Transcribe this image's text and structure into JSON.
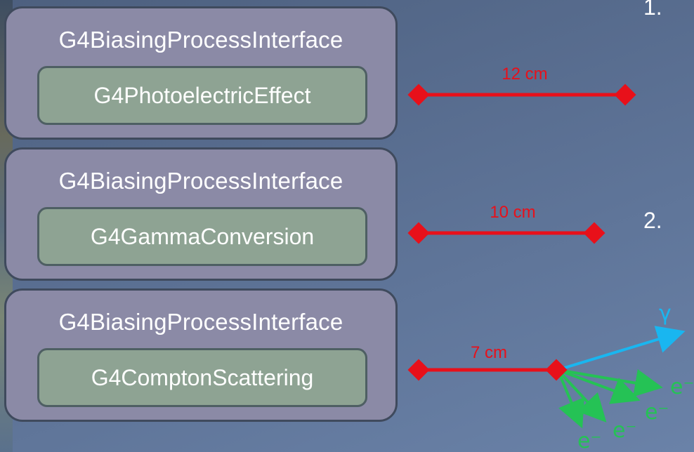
{
  "processes": [
    {
      "wrapper": "G4BiasingProcessInterface",
      "process": "G4PhotoelectricEffect",
      "distance": "12 cm"
    },
    {
      "wrapper": "G4BiasingProcessInterface",
      "process": "G4GammaConversion",
      "distance": "10 cm"
    },
    {
      "wrapper": "G4BiasingProcessInterface",
      "process": "G4ComptonScattering",
      "distance": "7 cm"
    }
  ],
  "list_numbers": [
    "1.",
    "2."
  ],
  "products": {
    "gamma": "γ",
    "electrons": [
      "e⁻",
      "e⁻",
      "e⁻",
      "e⁻"
    ]
  },
  "colors": {
    "distance_line": "#e8101a",
    "gamma_arrow": "#19b6f0",
    "electron_arrow": "#25c255",
    "outer_box": "#8b8aa6",
    "inner_box": "#8ea393"
  }
}
